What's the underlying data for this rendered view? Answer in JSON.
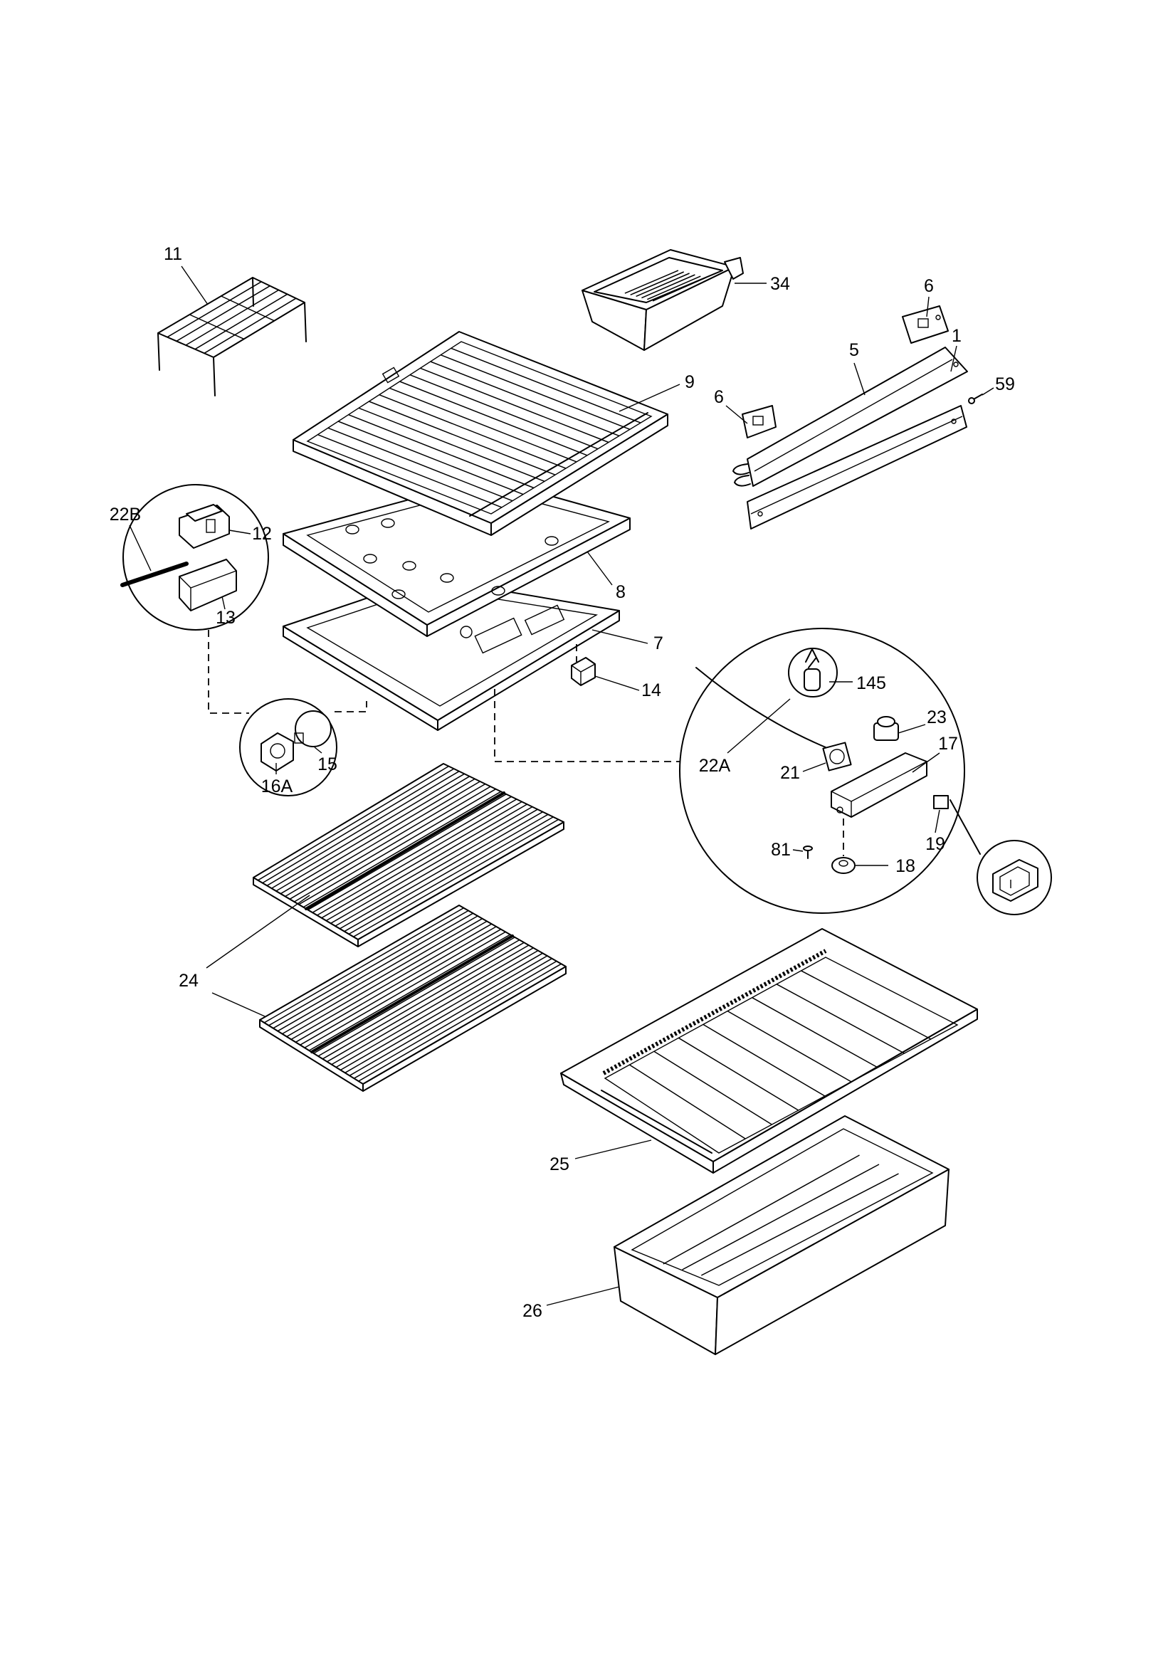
{
  "diagram": {
    "callouts": [
      "11",
      "34",
      "6",
      "5",
      "1",
      "59",
      "9",
      "6",
      "22B",
      "12",
      "13",
      "8",
      "7",
      "14",
      "145",
      "23",
      "17",
      "22A",
      "21",
      "15",
      "16A",
      "19",
      "81",
      "18",
      "24",
      "25",
      "26"
    ]
  },
  "colors": {
    "line": "#000000",
    "background": "#ffffff"
  }
}
